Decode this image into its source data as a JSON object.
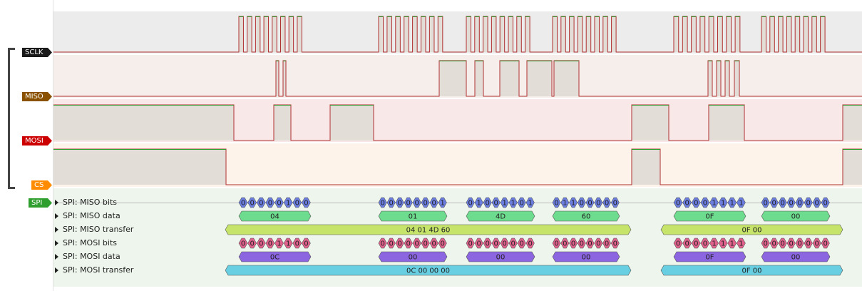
{
  "channels": [
    {
      "id": "sclk",
      "label": "SCLK",
      "color": "#1a1a1a"
    },
    {
      "id": "miso",
      "label": "MISO",
      "color": "#8a5200"
    },
    {
      "id": "mosi",
      "label": "MOSI",
      "color": "#cc0000"
    },
    {
      "id": "cs",
      "label": "CS",
      "color": "#ff8c00"
    }
  ],
  "analyzer": {
    "label": "SPI",
    "color": "#2e9e2e"
  },
  "rows": [
    {
      "label": "SPI: MISO bits"
    },
    {
      "label": "SPI: MISO data"
    },
    {
      "label": "SPI: MISO transfer"
    },
    {
      "label": "SPI: MOSI bits"
    },
    {
      "label": "SPI: MOSI data"
    },
    {
      "label": "SPI: MOSI transfer"
    }
  ],
  "frames": [
    {
      "miso_bits": [
        "0",
        "0",
        "0",
        "0",
        "0",
        "1",
        "0",
        "0"
      ],
      "miso_data": "04",
      "mosi_bits": [
        "0",
        "0",
        "0",
        "0",
        "1",
        "1",
        "0",
        "0"
      ],
      "mosi_data": "0C"
    },
    {
      "miso_bits": [
        "0",
        "0",
        "0",
        "0",
        "0",
        "0",
        "0",
        "1"
      ],
      "miso_data": "01",
      "mosi_bits": [
        "0",
        "0",
        "0",
        "0",
        "0",
        "0",
        "0",
        "0"
      ],
      "mosi_data": "00"
    },
    {
      "miso_bits": [
        "0",
        "1",
        "0",
        "0",
        "1",
        "1",
        "0",
        "1"
      ],
      "miso_data": "4D",
      "mosi_bits": [
        "0",
        "0",
        "0",
        "0",
        "0",
        "0",
        "0",
        "0"
      ],
      "mosi_data": "00"
    },
    {
      "miso_bits": [
        "0",
        "1",
        "1",
        "0",
        "0",
        "0",
        "0",
        "0"
      ],
      "miso_data": "60",
      "mosi_bits": [
        "0",
        "0",
        "0",
        "0",
        "0",
        "0",
        "0",
        "0"
      ],
      "mosi_data": "00"
    },
    {
      "miso_bits": [
        "0",
        "0",
        "0",
        "0",
        "1",
        "1",
        "1",
        "1"
      ],
      "miso_data": "0F",
      "mosi_bits": [
        "0",
        "0",
        "0",
        "0",
        "1",
        "1",
        "1",
        "1"
      ],
      "mosi_data": "0F"
    },
    {
      "miso_bits": [
        "0",
        "0",
        "0",
        "0",
        "0",
        "0",
        "0",
        "0"
      ],
      "miso_data": "00",
      "mosi_bits": [
        "0",
        "0",
        "0",
        "0",
        "0",
        "0",
        "0",
        "0"
      ],
      "mosi_data": "00"
    }
  ],
  "transfers": [
    {
      "miso": "04 01 4D 60",
      "mosi": "0C 00 00 00"
    },
    {
      "miso": "0F 00",
      "mosi": "0F 00"
    }
  ],
  "colors": {
    "miso_bits": "#6b7ee0",
    "miso_data": "#6edc8f",
    "miso_transfer": "#c6e46a",
    "mosi_bits": "#e0628c",
    "mosi_data": "#8c66e0",
    "mosi_transfer": "#68cfe2"
  }
}
